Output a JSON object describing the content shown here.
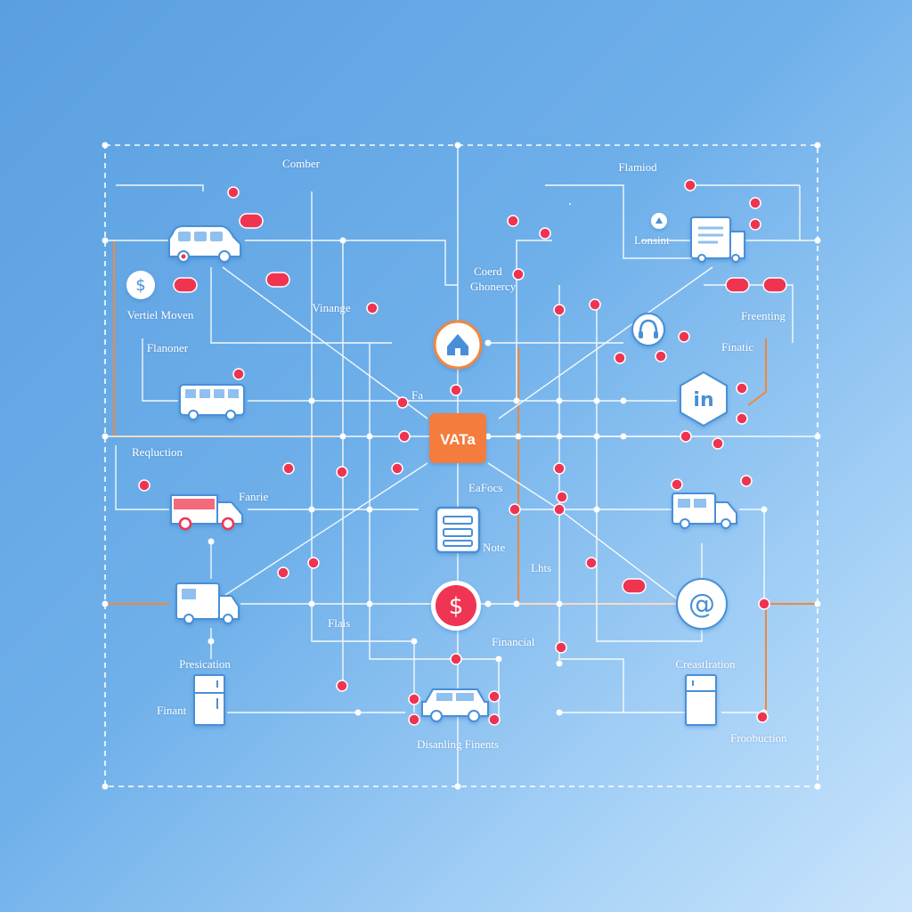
{
  "colors": {
    "line": "#ffffff",
    "dot": "#ef3452",
    "accent_orange": "#f0873a",
    "hub_fill": "#f47c3c",
    "icon_blue": "#4a8fd8",
    "icon_red": "#ef3452"
  },
  "hub": {
    "label": "VATa"
  },
  "labels": {
    "comber": "Comber",
    "flamiod": "Flamiod",
    "vertiel_moven": "Vertiel Moven",
    "vinange": "Vinange",
    "flanoner": "Flanoner",
    "coerd_ghonercy_1": "Coerd",
    "coerd_ghonercy_2": "Ghonercy",
    "lonsint": "Lonsint",
    "freenting": "Freenting",
    "finatic": "Finatic",
    "fa": "Fa",
    "reqluction": "Reqluction",
    "fanrie": "Fanrie",
    "eafocs": "EaFocs",
    "note": "Note",
    "ushs": "Lhts",
    "flais": "Flais",
    "financial": "Financial",
    "presication": "Presication",
    "finant": "Finant",
    "creastlration": "Creastlration",
    "disanling_finents": "Disanling Finents",
    "froobuction": "Froobuction"
  },
  "icons": [
    "van-icon",
    "bus-icon",
    "delivery-van-icon",
    "food-truck-icon",
    "warehouse-icon",
    "document-icon",
    "dollar-icon",
    "at-sign-icon",
    "home-icon",
    "linkedin-icon",
    "car-icon",
    "refrigerator-icon",
    "refrigerator-icon",
    "truck-icon",
    "truck-icon",
    "headset-icon",
    "dollar-circle-icon"
  ],
  "icon_glyphs": {
    "dollar": "$",
    "at": "@",
    "linkedin": "in",
    "currency": "$"
  }
}
